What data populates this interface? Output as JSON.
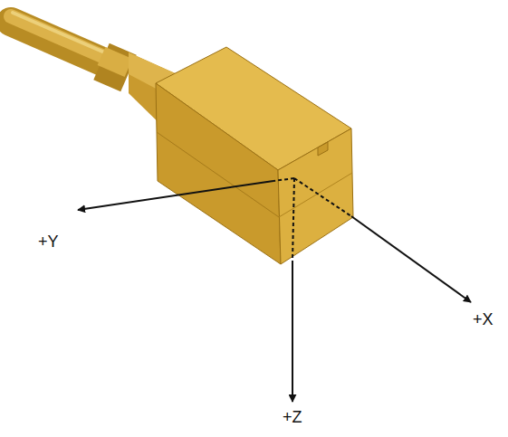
{
  "diagram": {
    "labels": [
      "+Y",
      "+X",
      "+Z"
    ]
  }
}
